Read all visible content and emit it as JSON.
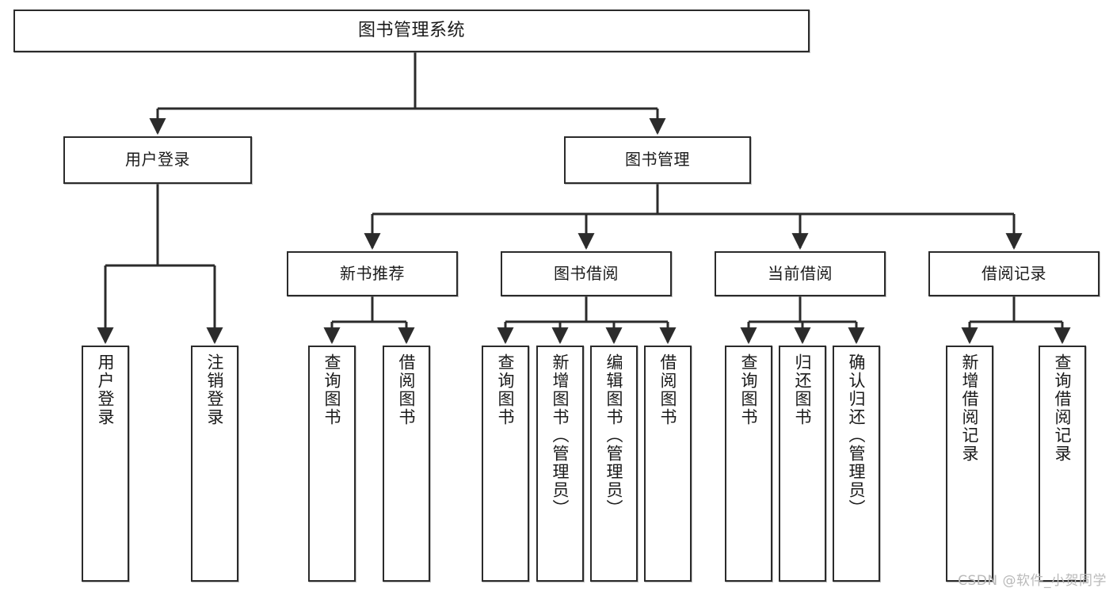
{
  "diagram": {
    "title": "图书管理系统",
    "type": "tree",
    "watermark": "CSDN @软件_小贺同学",
    "colors": {
      "stroke": "#2b2b2b",
      "fill": "#ffffff",
      "text": "#1a1a1a",
      "watermark": "#b9b9b9"
    },
    "levels": {
      "root": {
        "label": "图书管理系统"
      },
      "level2": [
        {
          "id": "user-login",
          "label": "用户登录"
        },
        {
          "id": "book-manage",
          "label": "图书管理"
        }
      ],
      "level3": [
        {
          "id": "new-book-recommend",
          "label": "新书推荐"
        },
        {
          "id": "book-borrow",
          "label": "图书借阅"
        },
        {
          "id": "current-borrow",
          "label": "当前借阅"
        },
        {
          "id": "borrow-record",
          "label": "借阅记录"
        }
      ],
      "leaves": [
        {
          "id": "leaf-user-login",
          "label": "用户登录",
          "parent": "user-login"
        },
        {
          "id": "leaf-logout",
          "label": "注销登录",
          "parent": "user-login"
        },
        {
          "id": "leaf-query-book-1",
          "label": "查询图书",
          "parent": "new-book-recommend"
        },
        {
          "id": "leaf-borrow-book-1",
          "label": "借阅图书",
          "parent": "new-book-recommend"
        },
        {
          "id": "leaf-query-book-2",
          "label": "查询图书",
          "parent": "book-borrow"
        },
        {
          "id": "leaf-add-book",
          "label": "新增图书（管理员）",
          "parent": "book-borrow"
        },
        {
          "id": "leaf-edit-book",
          "label": "编辑图书（管理员）",
          "parent": "book-borrow"
        },
        {
          "id": "leaf-borrow-book-2",
          "label": "借阅图书",
          "parent": "book-borrow"
        },
        {
          "id": "leaf-query-book-3",
          "label": "查询图书",
          "parent": "current-borrow"
        },
        {
          "id": "leaf-return-book",
          "label": "归还图书",
          "parent": "current-borrow"
        },
        {
          "id": "leaf-confirm-return",
          "label": "确认归还（管理员）",
          "parent": "current-borrow"
        },
        {
          "id": "leaf-add-record",
          "label": "新增借阅记录",
          "parent": "borrow-record"
        },
        {
          "id": "leaf-query-record",
          "label": "查询借阅记录",
          "parent": "borrow-record"
        }
      ]
    }
  }
}
